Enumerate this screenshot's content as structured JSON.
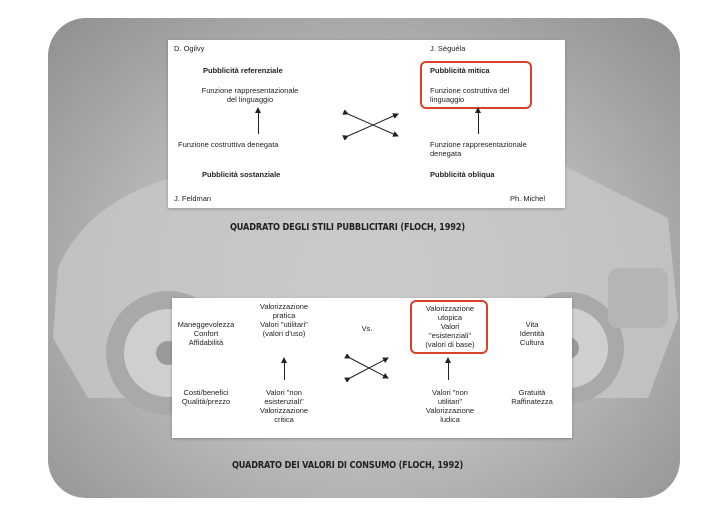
{
  "slide1": {
    "top_left_author": "D. Ogilvy",
    "top_right_author": "J. Séguéla",
    "bottom_left_author": "J. Feldman",
    "bottom_right_author": "Ph. Michel",
    "referenziale_title": "Pubblicità referenziale",
    "referenziale_desc_1": "Funzione rappresentazionale",
    "referenziale_desc_2": "del linguaggio",
    "mitica_title": "Pubblicità mitica",
    "mitica_desc_1": "Funzione costruttiva del",
    "mitica_desc_2": "linguaggio",
    "sostanziale_desc": "Funzione costruttiva denegata",
    "sostanziale_title": "Pubblicità sostanziale",
    "obliqua_desc_1": "Funzione rappresentazionale",
    "obliqua_desc_2": "denegata",
    "obliqua_title": "Pubblicità obliqua",
    "caption": "QUADRATO DEGLI STILI PUBBLICITARI (FLOCH, 1992)"
  },
  "slide2": {
    "pratica_1": "Valorizzazione",
    "pratica_2": "pratica",
    "pratica_3": "Valori \"utilitari\"",
    "pratica_4": "(valori d'uso)",
    "left_1": "Maneggevolezza",
    "left_2": "Confort",
    "left_3": "Affidabilità",
    "vs": "Vs.",
    "utopica_1": "Valorizzazione",
    "utopica_2": "utopica",
    "utopica_3": "Valori",
    "utopica_4": "\"esistenziali\"",
    "utopica_5": "(valori di base)",
    "right_1": "Vita",
    "right_2": "Identità",
    "right_3": "Cultura",
    "costi_1": "Costi/benefici",
    "costi_2": "Qualità/prezzo",
    "critica_1": "Valori \"non",
    "critica_2": "esistenziali\"",
    "critica_3": "Valorizzazione",
    "critica_4": "critica",
    "ludica_1": "Valori \"non",
    "ludica_2": "utilitari\"",
    "ludica_3": "Valorizzazione",
    "ludica_4": "ludica",
    "gratuita_1": "Gratuità",
    "gratuita_2": "Raffinatezza",
    "caption": "QUADRATO DEI VALORI DI CONSUMO (FLOCH, 1992)"
  },
  "colors": {
    "highlight": "#d9412a",
    "panel": "#ffffff"
  }
}
